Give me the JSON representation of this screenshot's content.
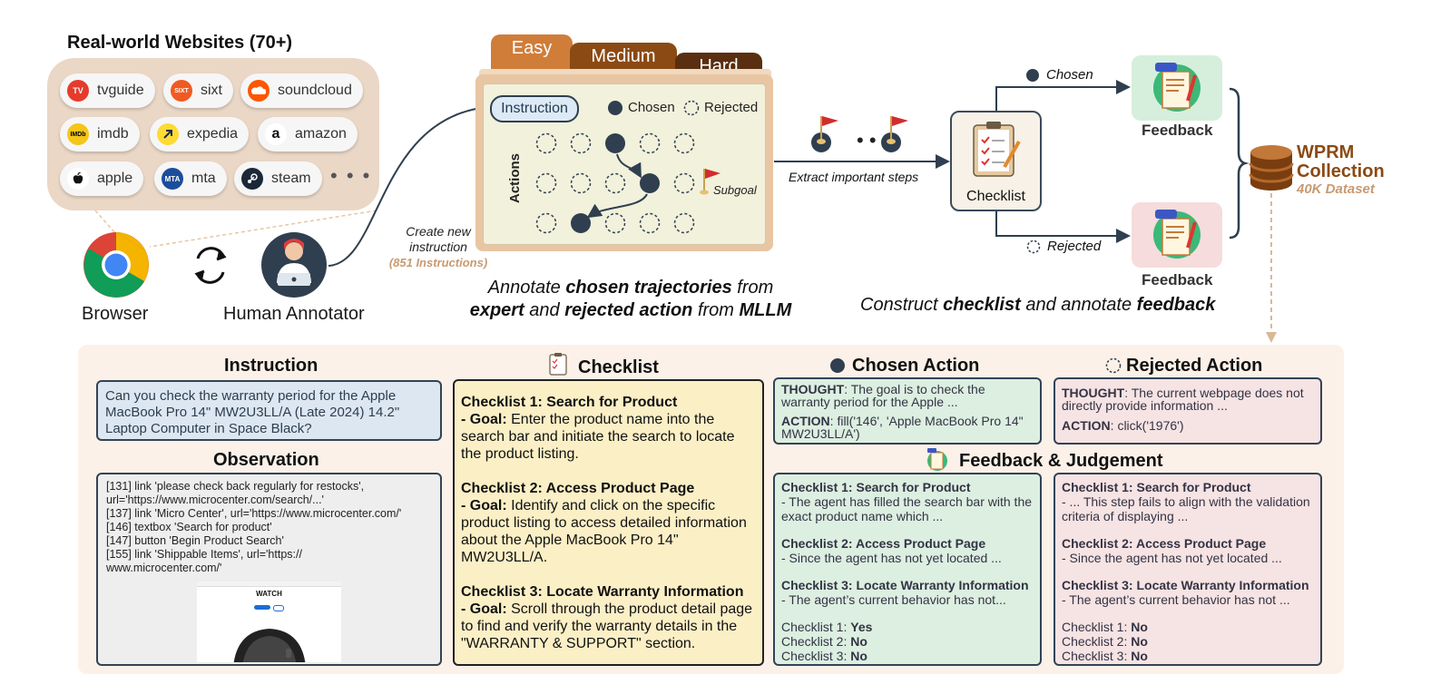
{
  "websites": {
    "title": "Real-world Websites (70+)",
    "items": [
      {
        "name": "tvguide",
        "logo": "TV"
      },
      {
        "name": "sixt",
        "logo": "SIXT"
      },
      {
        "name": "soundcloud",
        "logo": "cloud-icon"
      },
      {
        "name": "imdb",
        "logo": "IMDb"
      },
      {
        "name": "expedia",
        "logo": "arrow-icon"
      },
      {
        "name": "amazon",
        "logo": "a"
      },
      {
        "name": "apple",
        "logo": "apple-icon"
      },
      {
        "name": "mta",
        "logo": "MTA"
      },
      {
        "name": "steam",
        "logo": "steam-icon"
      }
    ],
    "more": "• • •"
  },
  "browser_label": "Browser",
  "annotator_label": "Human Annotator",
  "create_instruction": {
    "line1": "Create new",
    "line2": "instruction",
    "count": "(851 Instructions)"
  },
  "tabs": {
    "easy": "Easy",
    "medium": "Medium",
    "hard": "Hard"
  },
  "folder": {
    "instruction": "Instruction",
    "chosen": "Chosen",
    "rejected": "Rejected",
    "actions": "Actions",
    "subgoal": "Subgoal"
  },
  "caption_left": {
    "l1a": "Annotate ",
    "l1b": "chosen trajectories",
    "l1c": " from",
    "l2a": "expert",
    "l2b": " and ",
    "l2c": "rejected action",
    "l2d": " from ",
    "l2e": "MLLM"
  },
  "extract_label": "Extract important steps",
  "checklist_label": "Checklist",
  "chosen_branch": "Chosen",
  "rejected_branch": "Rejected",
  "feedback_label": "Feedback",
  "collection": {
    "line1": "WPRM",
    "line2": "Collection",
    "line3": "40K Dataset"
  },
  "caption_right": {
    "a": "Construct ",
    "b": "checklist",
    "c": " and annotate ",
    "d": "feedback"
  },
  "colors": {
    "accent_brown": "#8b4a14",
    "chosen_fill": "#2f3f4f",
    "green_box": "#dcefe1",
    "pink_box": "#f6e3e3",
    "checklist_box": "#fbefc6"
  },
  "bottom": {
    "instruction_title": "Instruction",
    "instruction_text": "Can you check the warranty period for the Apple MacBook Pro 14\" MW2U3LL/A (Late 2024) 14.2\" Laptop Computer in Space Black?",
    "observation_title": "Observation",
    "observation_lines": [
      "[131] link 'please check back regularly for restocks',",
      "url='https://www.microcenter.com/search/...'",
      "[137] link 'Micro Center', url='https://www.microcenter.com/'",
      "[146] textbox 'Search for product'",
      "[147] button 'Begin Product Search'",
      "[155] link 'Shippable Items', url='https://",
      "www.microcenter.com/'"
    ],
    "watch_title": "WATCH",
    "checklist_title": "Checklist",
    "checklist_items": [
      {
        "title": "Checklist 1: Search for Product",
        "goal_label": "- Goal:",
        "goal": " Enter the product name into the search bar and initiate the search to locate the product listing."
      },
      {
        "title": "Checklist 2: Access Product Page",
        "goal_label": "- Goal:",
        "goal": " Identify and click on the specific product listing to access detailed information about the Apple MacBook Pro 14\" MW2U3LL/A."
      },
      {
        "title": "Checklist 3: Locate Warranty Information",
        "goal_label": "- Goal:",
        "goal": " Scroll through the product detail page to find and verify the warranty details in the \"WARRANTY & SUPPORT\" section."
      }
    ],
    "chosen_title": "Chosen Action",
    "chosen_thought_label": "THOUGHT",
    "chosen_thought": ": The goal is to check the warranty period for the Apple ...",
    "chosen_action_label": "ACTION",
    "chosen_action": ": fill('146', 'Apple MacBook Pro 14\" MW2U3LL/A')",
    "rejected_title": "Rejected Action",
    "rejected_thought_label": "THOUGHT",
    "rejected_thought": ": The current webpage does not directly provide information ...",
    "rejected_action_label": "ACTION",
    "rejected_action": ": click('1976')",
    "feedback_title": "Feedback & Judgement",
    "chosen_feedback": {
      "items": [
        {
          "title": "Checklist 1: Search for Product",
          "text": "- The agent has filled the search bar with the exact product name which ..."
        },
        {
          "title": "Checklist 2: Access Product Page",
          "text": "- Since the agent has not yet located ..."
        },
        {
          "title": "Checklist 3: Locate Warranty Information",
          "text": "- The agent’s current behavior has not..."
        }
      ],
      "judgements": [
        {
          "label": "Checklist 1: ",
          "value": " Yes"
        },
        {
          "label": "Checklist 2: ",
          "value": "No"
        },
        {
          "label": "Checklist 3: ",
          "value": "No"
        }
      ]
    },
    "rejected_feedback": {
      "items": [
        {
          "title": "Checklist 1: Search for Product",
          "text": "- ... This step fails to align with the validation criteria of displaying ..."
        },
        {
          "title": "Checklist 2: Access Product Page",
          "text": "- Since the agent has not yet located ..."
        },
        {
          "title": "Checklist 3: Locate Warranty Information",
          "text": "- The agent’s current behavior has not ..."
        }
      ],
      "judgements": [
        {
          "label": "Checklist 1: ",
          "value": " No"
        },
        {
          "label": "Checklist 2: ",
          "value": "No"
        },
        {
          "label": "Checklist 3: ",
          "value": "No"
        }
      ]
    }
  }
}
